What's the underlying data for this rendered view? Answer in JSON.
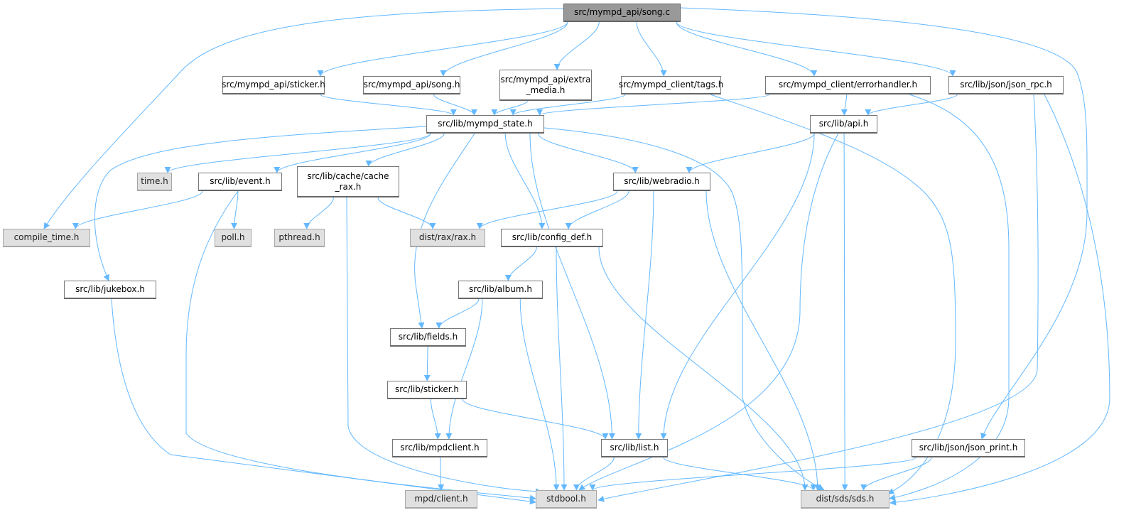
{
  "graph": {
    "title": "Include dependency graph for src/mympd_api/song.c",
    "colors": {
      "edge": "#63b8ff",
      "root_fill": "#999999",
      "external_fill": "#e0e0e0",
      "node_fill": "#ffffff"
    },
    "nodes": [
      {
        "id": "song_c",
        "label": "src/mympd_api/song.c",
        "kind": "root"
      },
      {
        "id": "api_sticker",
        "label": "src/mympd_api/sticker.h",
        "kind": "file"
      },
      {
        "id": "api_song",
        "label": "src/mympd_api/song.h",
        "kind": "file"
      },
      {
        "id": "extra_media",
        "label": "src/mympd_api/extra\n_media.h",
        "kind": "file"
      },
      {
        "id": "tags",
        "label": "src/mympd_client/tags.h",
        "kind": "file"
      },
      {
        "id": "errorhandler",
        "label": "src/mympd_client/errorhandler.h",
        "kind": "file"
      },
      {
        "id": "json_rpc",
        "label": "src/lib/json/json_rpc.h",
        "kind": "file"
      },
      {
        "id": "mympd_state",
        "label": "src/lib/mympd_state.h",
        "kind": "file"
      },
      {
        "id": "api",
        "label": "src/lib/api.h",
        "kind": "file"
      },
      {
        "id": "time",
        "label": "time.h",
        "kind": "external"
      },
      {
        "id": "event",
        "label": "src/lib/event.h",
        "kind": "file"
      },
      {
        "id": "cache_rax",
        "label": "src/lib/cache/cache\n_rax.h",
        "kind": "file"
      },
      {
        "id": "webradio",
        "label": "src/lib/webradio.h",
        "kind": "file"
      },
      {
        "id": "compile_time",
        "label": "compile_time.h",
        "kind": "external"
      },
      {
        "id": "poll",
        "label": "poll.h",
        "kind": "external"
      },
      {
        "id": "pthread",
        "label": "pthread.h",
        "kind": "external"
      },
      {
        "id": "rax",
        "label": "dist/rax/rax.h",
        "kind": "external"
      },
      {
        "id": "config_def",
        "label": "src/lib/config_def.h",
        "kind": "file"
      },
      {
        "id": "jukebox",
        "label": "src/lib/jukebox.h",
        "kind": "file"
      },
      {
        "id": "album",
        "label": "src/lib/album.h",
        "kind": "file"
      },
      {
        "id": "fields",
        "label": "src/lib/fields.h",
        "kind": "file"
      },
      {
        "id": "lib_sticker",
        "label": "src/lib/sticker.h",
        "kind": "file"
      },
      {
        "id": "mpdclient",
        "label": "src/lib/mpdclient.h",
        "kind": "file"
      },
      {
        "id": "list",
        "label": "src/lib/list.h",
        "kind": "file"
      },
      {
        "id": "json_print",
        "label": "src/lib/json/json_print.h",
        "kind": "file"
      },
      {
        "id": "mpd_client",
        "label": "mpd/client.h",
        "kind": "external"
      },
      {
        "id": "stdbool",
        "label": "stdbool.h",
        "kind": "external"
      },
      {
        "id": "sds",
        "label": "dist/sds/sds.h",
        "kind": "external"
      }
    ],
    "edges": [
      [
        "song_c",
        "compile_time"
      ],
      [
        "song_c",
        "api_sticker"
      ],
      [
        "song_c",
        "api_song"
      ],
      [
        "song_c",
        "extra_media"
      ],
      [
        "song_c",
        "tags"
      ],
      [
        "song_c",
        "errorhandler"
      ],
      [
        "song_c",
        "json_rpc"
      ],
      [
        "song_c",
        "json_print"
      ],
      [
        "api_sticker",
        "mympd_state"
      ],
      [
        "api_song",
        "mympd_state"
      ],
      [
        "extra_media",
        "mympd_state"
      ],
      [
        "tags",
        "mympd_state"
      ],
      [
        "tags",
        "sds"
      ],
      [
        "errorhandler",
        "mympd_state"
      ],
      [
        "errorhandler",
        "api"
      ],
      [
        "errorhandler",
        "sds"
      ],
      [
        "json_rpc",
        "api"
      ],
      [
        "json_rpc",
        "stdbool"
      ],
      [
        "json_rpc",
        "sds"
      ],
      [
        "mympd_state",
        "time"
      ],
      [
        "mympd_state",
        "event"
      ],
      [
        "mympd_state",
        "cache_rax"
      ],
      [
        "mympd_state",
        "jukebox"
      ],
      [
        "mympd_state",
        "fields"
      ],
      [
        "mympd_state",
        "config_def"
      ],
      [
        "mympd_state",
        "list"
      ],
      [
        "mympd_state",
        "webradio"
      ],
      [
        "mympd_state",
        "sds"
      ],
      [
        "api",
        "webradio"
      ],
      [
        "api",
        "list"
      ],
      [
        "api",
        "stdbool"
      ],
      [
        "api",
        "sds"
      ],
      [
        "event",
        "compile_time"
      ],
      [
        "event",
        "poll"
      ],
      [
        "event",
        "stdbool"
      ],
      [
        "cache_rax",
        "pthread"
      ],
      [
        "cache_rax",
        "rax"
      ],
      [
        "cache_rax",
        "stdbool"
      ],
      [
        "webradio",
        "rax"
      ],
      [
        "webradio",
        "config_def"
      ],
      [
        "webradio",
        "list"
      ],
      [
        "webradio",
        "sds"
      ],
      [
        "config_def",
        "album"
      ],
      [
        "config_def",
        "stdbool"
      ],
      [
        "config_def",
        "sds"
      ],
      [
        "album",
        "fields"
      ],
      [
        "album",
        "mpdclient"
      ],
      [
        "album",
        "stdbool"
      ],
      [
        "jukebox",
        "stdbool"
      ],
      [
        "fields",
        "lib_sticker"
      ],
      [
        "lib_sticker",
        "mpdclient"
      ],
      [
        "lib_sticker",
        "list"
      ],
      [
        "mpdclient",
        "mpd_client"
      ],
      [
        "list",
        "stdbool"
      ],
      [
        "list",
        "sds"
      ],
      [
        "json_print",
        "stdbool"
      ],
      [
        "json_print",
        "sds"
      ]
    ]
  }
}
